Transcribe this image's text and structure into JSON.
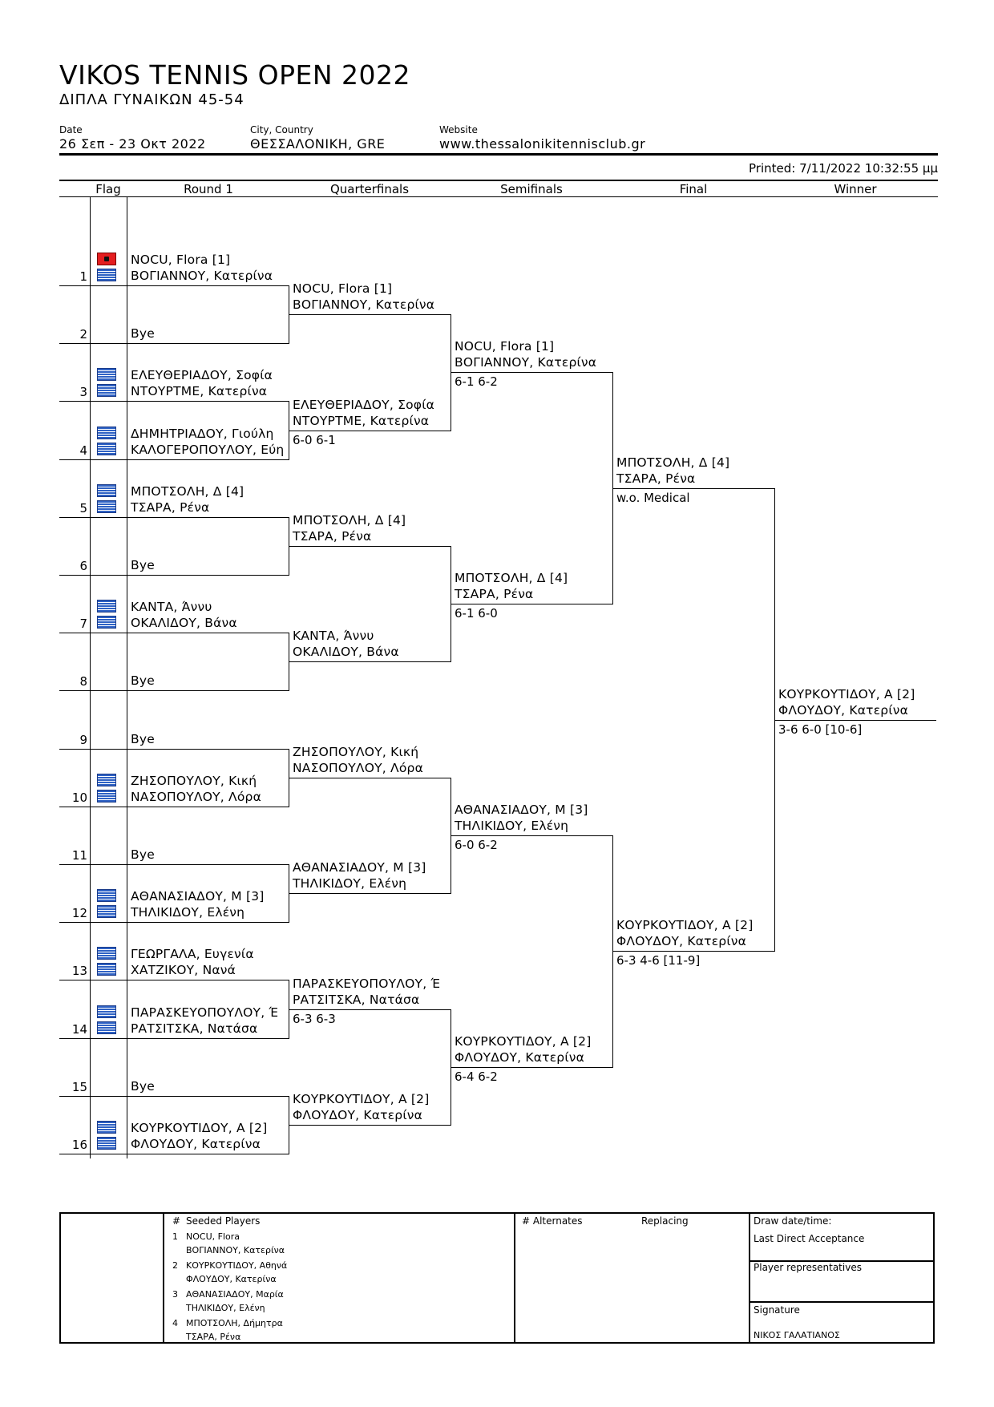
{
  "header": {
    "title": "VIKOS TENNIS OPEN 2022",
    "subtitle": "ΔΙΠΛΑ ΓΥΝΑΙΚΩΝ 45-54",
    "date_label": "Date",
    "date_value": "26 Σεπ - 23 Οκτ 2022",
    "city_label": "City, Country",
    "city_value": "ΘΕΣΣΑΛΟΝΙΚΗ, GRE",
    "website_label": "Website",
    "website_value": "www.thessalonikitennisclub.gr",
    "printed": "Printed: 7/11/2022 10:32:55 μμ"
  },
  "columns": [
    "Flag",
    "Round 1",
    "Quarterfinals",
    "Semifinals",
    "Final",
    "Winner"
  ],
  "round1": [
    {
      "num": "1",
      "p1": "NOCU, Flora [1]",
      "p2": "ΒΟΓΙΑΝΝΟΥ, Κατερίνα",
      "flags": [
        "al",
        "gr"
      ]
    },
    {
      "num": "2",
      "p1": "",
      "p2": "Bye",
      "flags": []
    },
    {
      "num": "3",
      "p1": "ΕΛΕΥΘΕΡΙΑΔΟΥ, Σοφία",
      "p2": "ΝΤΟΥΡΤΜΕ, Κατερίνα",
      "flags": [
        "gr",
        "gr"
      ]
    },
    {
      "num": "4",
      "p1": "ΔΗΜΗΤΡΙΑΔΟΥ, Γιούλη",
      "p2": "ΚΑΛΟΓΕΡΟΠΟΥΛΟΥ, Εύη",
      "flags": [
        "gr",
        "gr"
      ]
    },
    {
      "num": "5",
      "p1": "ΜΠΟΤΣΟΛΗ, Δ [4]",
      "p2": "ΤΣΑΡΑ, Ρένα",
      "flags": [
        "gr",
        "gr"
      ]
    },
    {
      "num": "6",
      "p1": "",
      "p2": "Bye",
      "flags": []
    },
    {
      "num": "7",
      "p1": "ΚΑΝΤΑ, Άννυ",
      "p2": "ΟΚΑΛΙΔΟΥ, Βάνα",
      "flags": [
        "gr",
        "gr"
      ]
    },
    {
      "num": "8",
      "p1": "",
      "p2": "Bye",
      "flags": []
    },
    {
      "num": "9",
      "p1": "",
      "p2": "Bye",
      "flags": []
    },
    {
      "num": "10",
      "p1": "ΖΗΣΟΠΟΥΛΟΥ, Κική",
      "p2": "ΝΑΣΟΠΟΥΛΟΥ, Λόρα",
      "flags": [
        "gr",
        "gr"
      ]
    },
    {
      "num": "11",
      "p1": "",
      "p2": "Bye",
      "flags": []
    },
    {
      "num": "12",
      "p1": "ΑΘΑΝΑΣΙΑΔΟΥ, Μ [3]",
      "p2": "ΤΗΛΙΚΙΔΟΥ, Ελένη",
      "flags": [
        "gr",
        "gr"
      ]
    },
    {
      "num": "13",
      "p1": "ΓΕΩΡΓΑΛΑ, Ευγενία",
      "p2": "ΧΑΤΖΙΚΟΥ, Νανά",
      "flags": [
        "gr",
        "gr"
      ]
    },
    {
      "num": "14",
      "p1": "ΠΑΡΑΣΚΕΥΟΠΟΥΛΟΥ, Έ",
      "p2": "ΡΑΤΣΙΤΣΚΑ, Νατάσα",
      "flags": [
        "gr",
        "gr"
      ]
    },
    {
      "num": "15",
      "p1": "",
      "p2": "Bye",
      "flags": []
    },
    {
      "num": "16",
      "p1": "ΚΟΥΡΚΟΥΤΙΔΟΥ, Α [2]",
      "p2": "ΦΛΟΥΔΟΥ, Κατερίνα",
      "flags": [
        "gr",
        "gr"
      ]
    }
  ],
  "quarterfinals": [
    {
      "p1": "NOCU, Flora [1]",
      "p2": "ΒΟΓΙΑΝΝΟΥ, Κατερίνα",
      "score": ""
    },
    {
      "p1": "ΕΛΕΥΘΕΡΙΑΔΟΥ, Σοφία",
      "p2": "ΝΤΟΥΡΤΜΕ, Κατερίνα",
      "score": "6-0 6-1"
    },
    {
      "p1": "ΜΠΟΤΣΟΛΗ, Δ [4]",
      "p2": "ΤΣΑΡΑ, Ρένα",
      "score": ""
    },
    {
      "p1": "ΚΑΝΤΑ, Άννυ",
      "p2": "ΟΚΑΛΙΔΟΥ, Βάνα",
      "score": ""
    },
    {
      "p1": "ΖΗΣΟΠΟΥΛΟΥ, Κική",
      "p2": "ΝΑΣΟΠΟΥΛΟΥ, Λόρα",
      "score": ""
    },
    {
      "p1": "ΑΘΑΝΑΣΙΑΔΟΥ, Μ [3]",
      "p2": "ΤΗΛΙΚΙΔΟΥ, Ελένη",
      "score": ""
    },
    {
      "p1": "ΠΑΡΑΣΚΕΥΟΠΟΥΛΟΥ, Έ",
      "p2": "ΡΑΤΣΙΤΣΚΑ, Νατάσα",
      "score": "6-3 6-3"
    },
    {
      "p1": "ΚΟΥΡΚΟΥΤΙΔΟΥ, Α [2]",
      "p2": "ΦΛΟΥΔΟΥ, Κατερίνα",
      "score": ""
    }
  ],
  "semifinals": [
    {
      "p1": "NOCU, Flora [1]",
      "p2": "ΒΟΓΙΑΝΝΟΥ, Κατερίνα",
      "score": "6-1 6-2"
    },
    {
      "p1": "ΜΠΟΤΣΟΛΗ, Δ [4]",
      "p2": "ΤΣΑΡΑ, Ρένα",
      "score": "6-1 6-0"
    },
    {
      "p1": "ΑΘΑΝΑΣΙΑΔΟΥ, Μ [3]",
      "p2": "ΤΗΛΙΚΙΔΟΥ, Ελένη",
      "score": "6-0 6-2"
    },
    {
      "p1": "ΚΟΥΡΚΟΥΤΙΔΟΥ, Α [2]",
      "p2": "ΦΛΟΥΔΟΥ, Κατερίνα",
      "score": "6-4 6-2"
    }
  ],
  "final": [
    {
      "p1": "ΜΠΟΤΣΟΛΗ, Δ [4]",
      "p2": "ΤΣΑΡΑ, Ρένα",
      "score": "w.o. Medical"
    },
    {
      "p1": "ΚΟΥΡΚΟΥΤΙΔΟΥ, Α [2]",
      "p2": "ΦΛΟΥΔΟΥ, Κατερίνα",
      "score": "6-3 4-6 [11-9]"
    }
  ],
  "winner": {
    "p1": "ΚΟΥΡΚΟΥΤΙΔΟΥ, Α [2]",
    "p2": "ΦΛΟΥΔΟΥ, Κατερίνα",
    "score": "3-6 6-0 [10-6]"
  },
  "footer": {
    "seeded_hash": "#",
    "seeded_label": "Seeded Players",
    "seeds": [
      {
        "n": "1",
        "a": "NOCU, Flora",
        "b": "ΒΟΓΙΑΝΝΟΥ, Κατερίνα"
      },
      {
        "n": "2",
        "a": "ΚΟΥΡΚΟΥΤΙΔΟΥ, Αθηνά",
        "b": "ΦΛΟΥΔΟΥ, Κατερίνα"
      },
      {
        "n": "3",
        "a": "ΑΘΑΝΑΣΙΑΔΟΥ, Μαρία",
        "b": "ΤΗΛΙΚΙΔΟΥ, Ελένη"
      },
      {
        "n": "4",
        "a": "ΜΠΟΤΣΟΛΗ, Δήμητρα",
        "b": "ΤΣΑΡΑ, Ρένα"
      }
    ],
    "alternates_label": "# Alternates",
    "replacing_label": "Replacing",
    "draw_date": "Draw date/time:",
    "last_da": "Last Direct Acceptance",
    "player_reps": "Player representatives",
    "signature": "Signature",
    "signatory": "ΝΙΚΟΣ ΓΑΛΑΤΙΑΝΟΣ"
  }
}
